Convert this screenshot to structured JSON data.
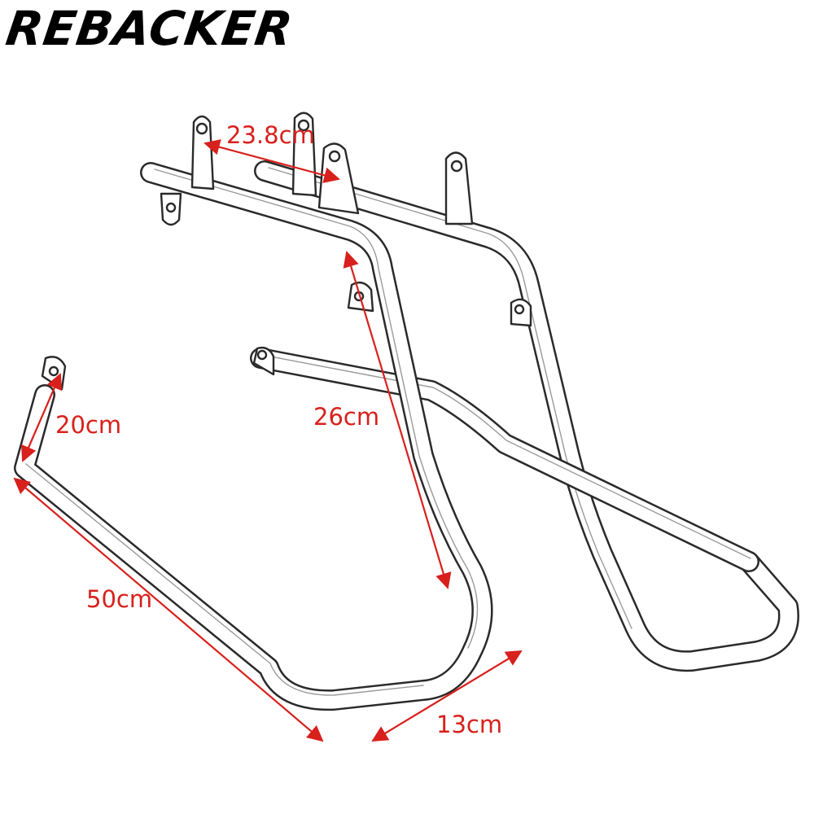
{
  "brand": {
    "logo_text": "REBACKER",
    "color": "#000000"
  },
  "dimensions": [
    {
      "id": "width",
      "label": "23.8cm"
    },
    {
      "id": "height",
      "label": "26cm"
    },
    {
      "id": "arm",
      "label": "20cm"
    },
    {
      "id": "length",
      "label": "50cm"
    },
    {
      "id": "bottom",
      "label": "13cm"
    }
  ],
  "colors": {
    "dimension": "#d8201c",
    "outline": "#2a2a2a",
    "background": "#ffffff"
  }
}
